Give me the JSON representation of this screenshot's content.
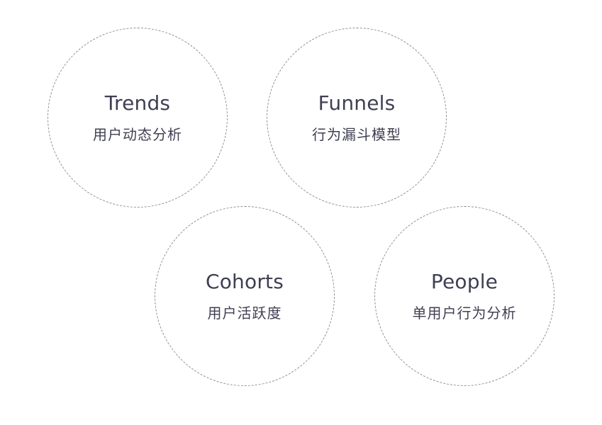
{
  "features": [
    {
      "title": "Trends",
      "subtitle": "用户动态分析"
    },
    {
      "title": "Funnels",
      "subtitle": "行为漏斗模型"
    },
    {
      "title": "Cohorts",
      "subtitle": "用户活跃度"
    },
    {
      "title": "People",
      "subtitle": "单用户行为分析"
    }
  ],
  "colors": {
    "text": "#3f3f52",
    "dashed_border": "#8f8f94",
    "background": "#ffffff"
  }
}
